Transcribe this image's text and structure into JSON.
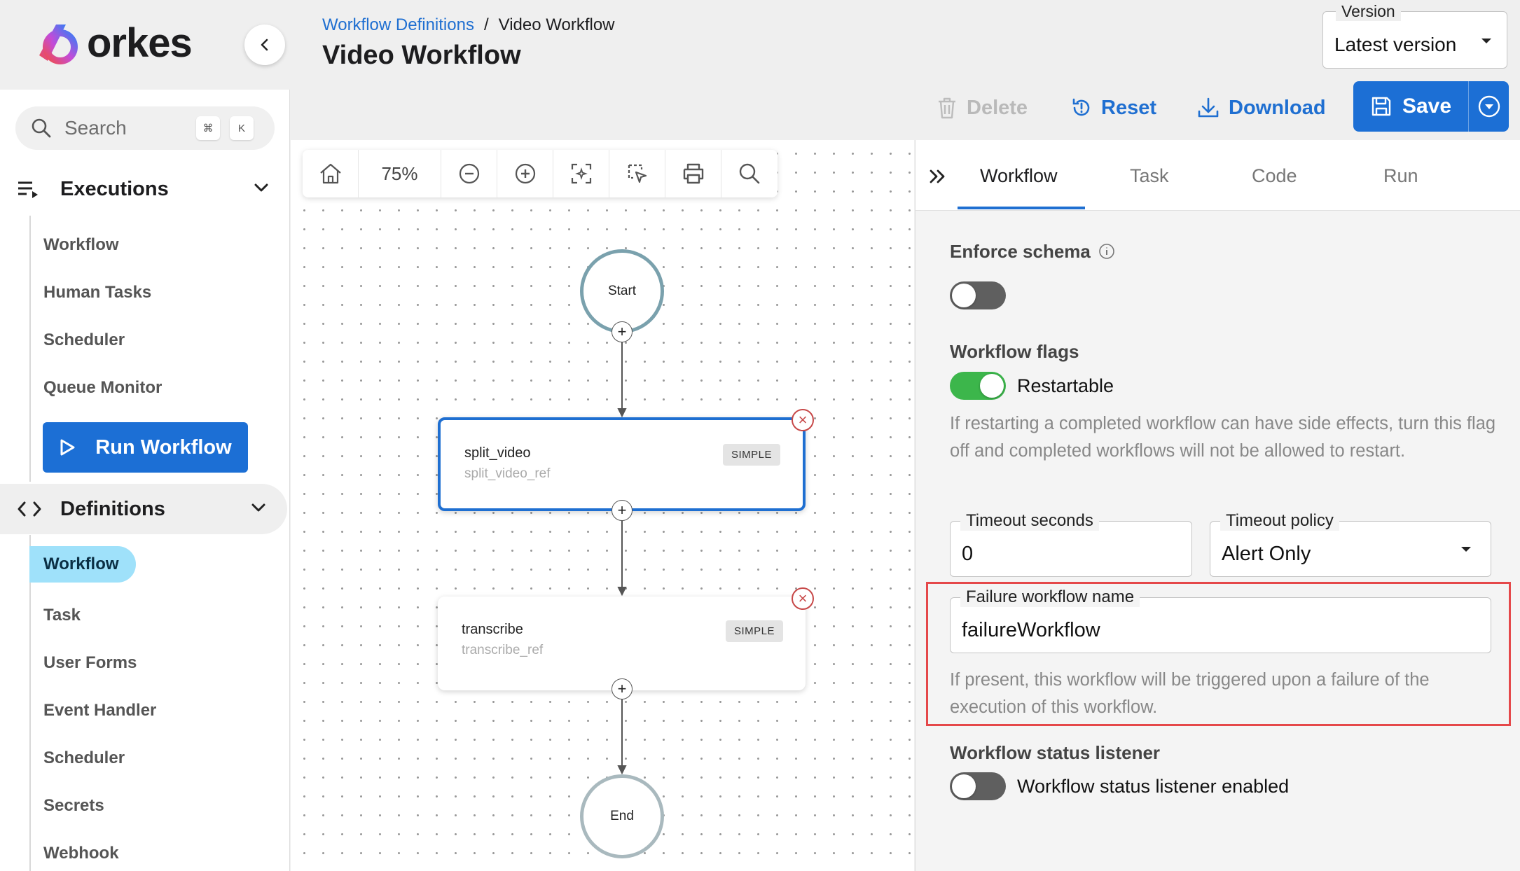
{
  "app": {
    "brand": "orkes",
    "accent_color": "#1c6fd5"
  },
  "breadcrumb": {
    "parent": "Workflow Definitions",
    "separator": "/",
    "current": "Video Workflow"
  },
  "page_title": "Video Workflow",
  "version": {
    "label": "Version",
    "value": "Latest version"
  },
  "toolbar": {
    "delete_label": "Delete",
    "reset_label": "Reset",
    "download_label": "Download",
    "save_label": "Save"
  },
  "sidebar": {
    "search_placeholder": "Search",
    "shortcut_keys": [
      "⌘",
      "K"
    ],
    "executions": {
      "label": "Executions",
      "items": [
        "Workflow",
        "Human Tasks",
        "Scheduler",
        "Queue Monitor"
      ]
    },
    "run_button_label": "Run Workflow",
    "definitions": {
      "label": "Definitions",
      "items": [
        "Workflow",
        "Task",
        "User Forms",
        "Event Handler",
        "Scheduler",
        "Secrets",
        "Webhook"
      ],
      "selected": "Workflow"
    }
  },
  "canvas": {
    "zoom": "75%",
    "start_label": "Start",
    "end_label": "End",
    "tasks": [
      {
        "name": "split_video",
        "ref": "split_video_ref",
        "type": "SIMPLE",
        "selected": true
      },
      {
        "name": "transcribe",
        "ref": "transcribe_ref",
        "type": "SIMPLE",
        "selected": false
      }
    ]
  },
  "panel": {
    "tabs": [
      "Workflow",
      "Task",
      "Code",
      "Run"
    ],
    "active_tab": "Workflow",
    "enforce_schema": {
      "label": "Enforce schema",
      "enabled": false
    },
    "workflow_flags": {
      "label": "Workflow flags",
      "restartable_label": "Restartable",
      "restartable": true,
      "help": "If restarting a completed workflow can have side effects, turn this flag off and completed workflows will not be allowed to restart."
    },
    "timeout_seconds": {
      "label": "Timeout seconds",
      "value": "0"
    },
    "timeout_policy": {
      "label": "Timeout policy",
      "value": "Alert Only"
    },
    "failure_workflow": {
      "label": "Failure workflow name",
      "value": "failureWorkflow",
      "help": "If present, this workflow will be triggered upon a failure of the execution of this workflow."
    },
    "status_listener": {
      "heading": "Workflow status listener",
      "label": "Workflow status listener enabled",
      "enabled": false
    }
  },
  "colors": {
    "toggle_on": "#3cb64b",
    "toggle_off": "#5f5f5f",
    "highlight": "#e5484a",
    "node_ring": "#7aa1ad"
  }
}
